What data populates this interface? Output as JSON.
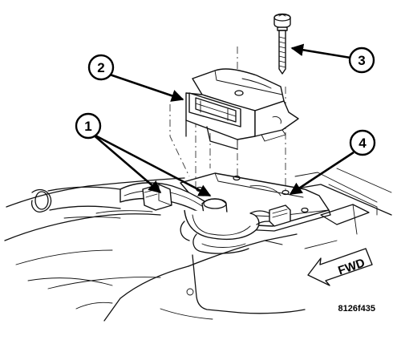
{
  "diagram": {
    "figure_id": "8126f435",
    "direction_label": "FWD",
    "callouts": [
      {
        "label": "1"
      },
      {
        "label": "2"
      },
      {
        "label": "3"
      },
      {
        "label": "4"
      }
    ]
  }
}
